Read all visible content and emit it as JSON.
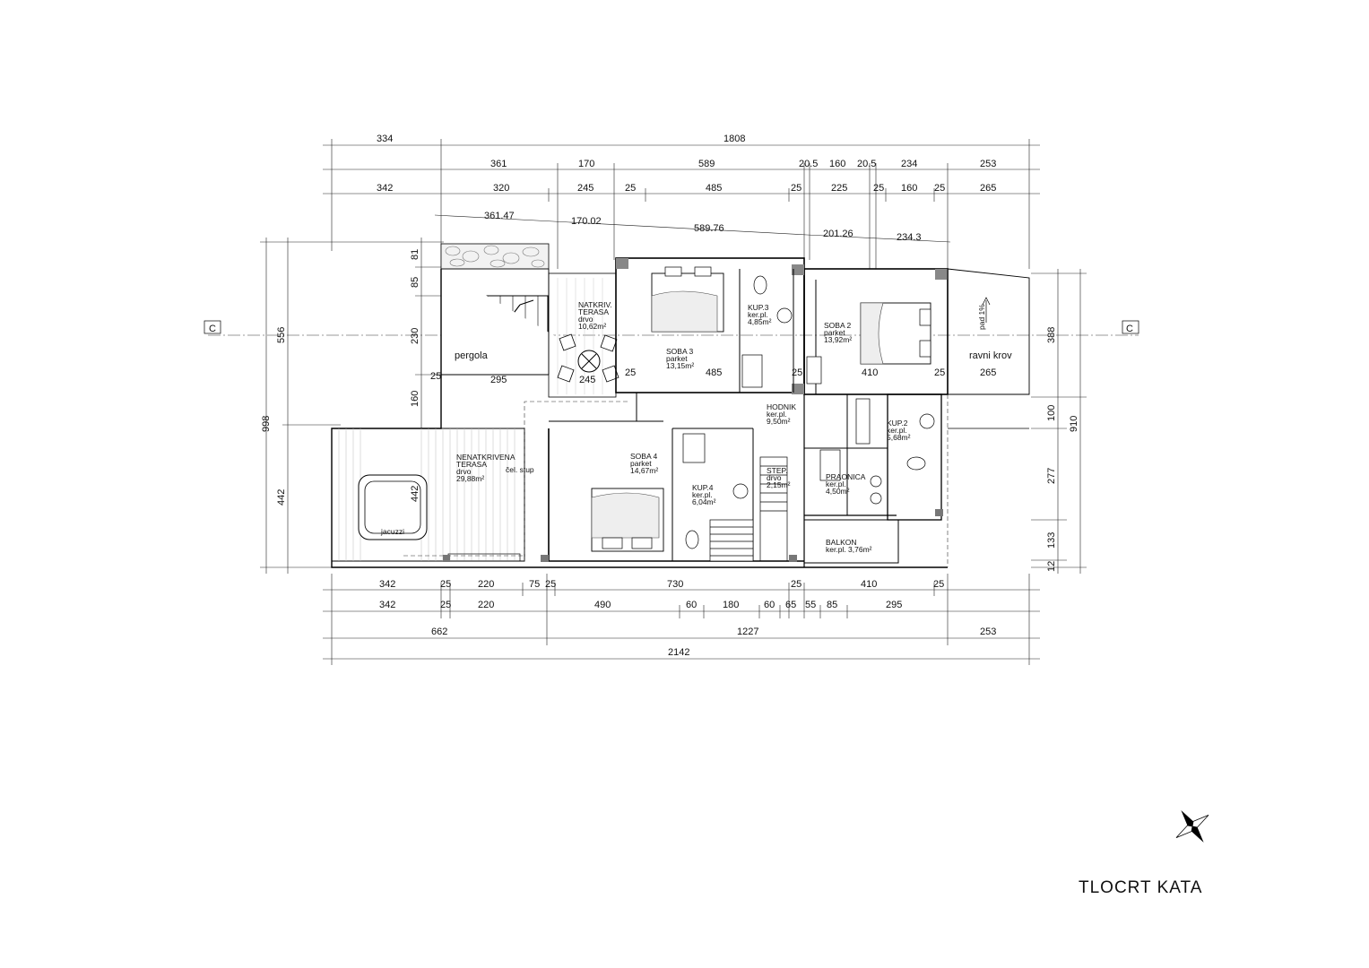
{
  "title": "TLOCRT KATA",
  "section_markers": [
    "C",
    "C"
  ],
  "dims_top": {
    "row1": [
      "334",
      "1808"
    ],
    "row2": [
      "361",
      "170",
      "589",
      "20.5",
      "160",
      "20.5",
      "234",
      "253"
    ],
    "row3": [
      "342",
      "320",
      "245",
      "25",
      "485",
      "25",
      "225",
      "25",
      "160",
      "25",
      "265"
    ],
    "row4": [
      "361.47",
      "170.02",
      "589.76",
      "201.26",
      "234.3"
    ]
  },
  "dims_bottom": {
    "row1": [
      "342",
      "25",
      "220",
      "75",
      "25",
      "730",
      "25",
      "410",
      "25"
    ],
    "row2": [
      "342",
      "25",
      "220",
      "490",
      "60",
      "180",
      "60",
      "65",
      "55",
      "85",
      "295"
    ],
    "row3": [
      "662",
      "1227",
      "253"
    ],
    "row4": [
      "2142"
    ]
  },
  "dims_left": {
    "outer": [
      "998"
    ],
    "mid": [
      "556",
      "442"
    ],
    "inner": [
      "81",
      "85",
      "230",
      "160"
    ]
  },
  "dims_right": {
    "outer": [
      "910"
    ],
    "inner": [
      "388",
      "100",
      "277",
      "133",
      "12"
    ]
  },
  "inner_dims": {
    "d25a": "25",
    "d295": "295",
    "d245": "245",
    "d25b": "25",
    "d485": "485",
    "d25c": "25",
    "d410": "410",
    "d25d": "25",
    "d265": "265",
    "d442": "442"
  },
  "rooms": {
    "natkriv": [
      "NATKRIV.",
      "TERASA",
      "drvo",
      "10,62m²"
    ],
    "soba3": [
      "SOBA 3",
      "parket",
      "13,15m²"
    ],
    "kup3": [
      "KUP.3",
      "ker.pl.",
      "4,85m²"
    ],
    "soba2": [
      "SOBA 2",
      "parket",
      "13,92m²"
    ],
    "hodnik": [
      "HODNIK",
      "ker.pl.",
      "9,50m²"
    ],
    "kup2": [
      "KUP.2",
      "ker.pl.",
      "5,68m²"
    ],
    "nenatkrivena": [
      "NENATKRIVENA",
      "TERASA",
      "drvo",
      "29,88m²"
    ],
    "soba4": [
      "SOBA 4",
      "parket",
      "14,67m²"
    ],
    "kup4": [
      "KUP.4",
      "ker.pl.",
      "6,04m²"
    ],
    "step": [
      "STEP.",
      "drvo",
      "2,15m²"
    ],
    "praonica": [
      "PRAONICA",
      "ker.pl.",
      "4,50m²"
    ],
    "balkon": [
      "BALKON",
      "ker.pl. 3,76m²"
    ]
  },
  "labels": {
    "pergola": "pergola",
    "ravni_krov": "ravni krov",
    "jacuzzi": "jacuzzi",
    "cel_stup": "čel. stup",
    "pad": "pad 1%"
  }
}
